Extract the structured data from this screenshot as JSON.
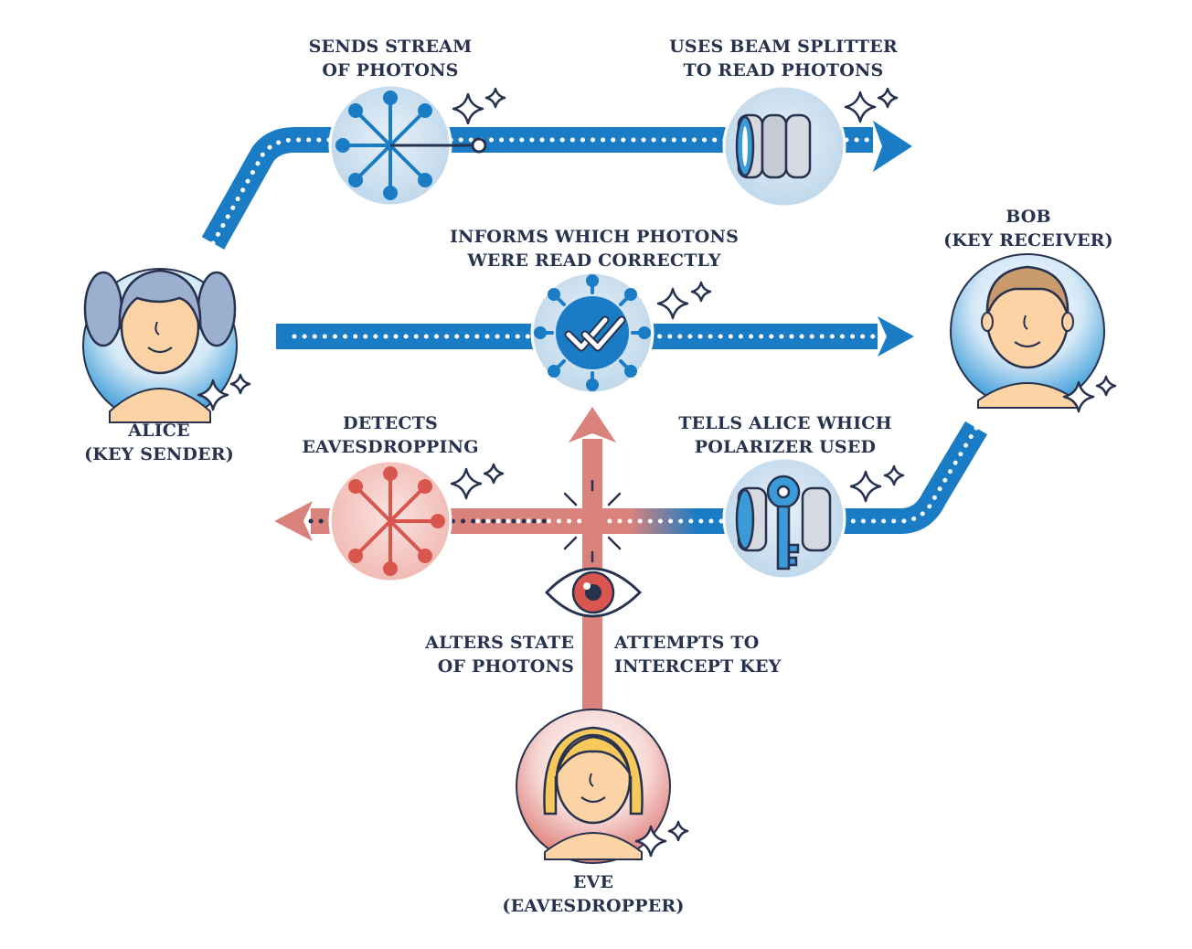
{
  "diagram": {
    "actors": {
      "alice": {
        "name": "ALICE",
        "role": "(KEY SENDER)"
      },
      "bob": {
        "name": "BOB",
        "role": "(KEY RECEIVER)"
      },
      "eve": {
        "name": "EVE",
        "role": "(EAVESDROPPER)"
      }
    },
    "steps": {
      "sends": {
        "line1": "SENDS STREAM",
        "line2": "OF PHOTONS"
      },
      "beam_splitter": {
        "line1": "USES BEAM SPLITTER",
        "line2": "TO READ PHOTONS"
      },
      "informs": {
        "line1": "INFORMS WHICH PHOTONS",
        "line2": "WERE READ CORRECTLY"
      },
      "tells": {
        "line1": "TELLS ALICE WHICH",
        "line2": "POLARIZER USED"
      },
      "detects": {
        "line1": "DETECTS",
        "line2": "EAVESDROPPING"
      },
      "alters": {
        "line1": "ALTERS STATE",
        "line2": "OF PHOTONS"
      },
      "attempts": {
        "line1": "ATTEMPTS TO",
        "line2": "INTERCEPT KEY"
      }
    },
    "colors": {
      "blue": "#1a7cc4",
      "light_blue": "#cfe3f3",
      "red": "#d9837c",
      "light_red": "#f6d3d0",
      "ink": "#27324f",
      "skin": "#fbd3a5",
      "hair_alice": "#9bb0cf",
      "hair_bob": "#c99a6c",
      "hair_eve": "#f7c85a"
    }
  }
}
